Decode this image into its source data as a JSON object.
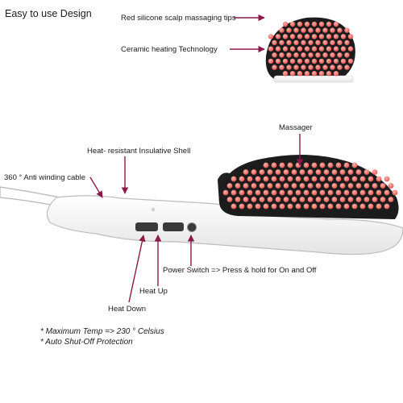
{
  "title": "Easy to use Design",
  "callouts": {
    "scalp_tips": "Red silicone scalp massaging tips",
    "ceramic": "Ceramic heating Technology",
    "massager": "Massager",
    "shell": "Heat- resistant  Insulative Shell",
    "cable": "360 °  Anti winding cable",
    "power": "Power  Switch => Press & hold for On and Off",
    "heat_up": "Heat Up",
    "heat_down": "Heat Down"
  },
  "notes": {
    "max_temp": "* Maximum Temp => 230 °  Celsius",
    "auto_off": "* Auto Shut-Off Protection"
  },
  "colors": {
    "arrow": "#8b1a4a",
    "bristle": "#1c1c1c",
    "tip": "#e8706a",
    "shell": "#f4f4f4",
    "outline": "#bdbdbd"
  }
}
